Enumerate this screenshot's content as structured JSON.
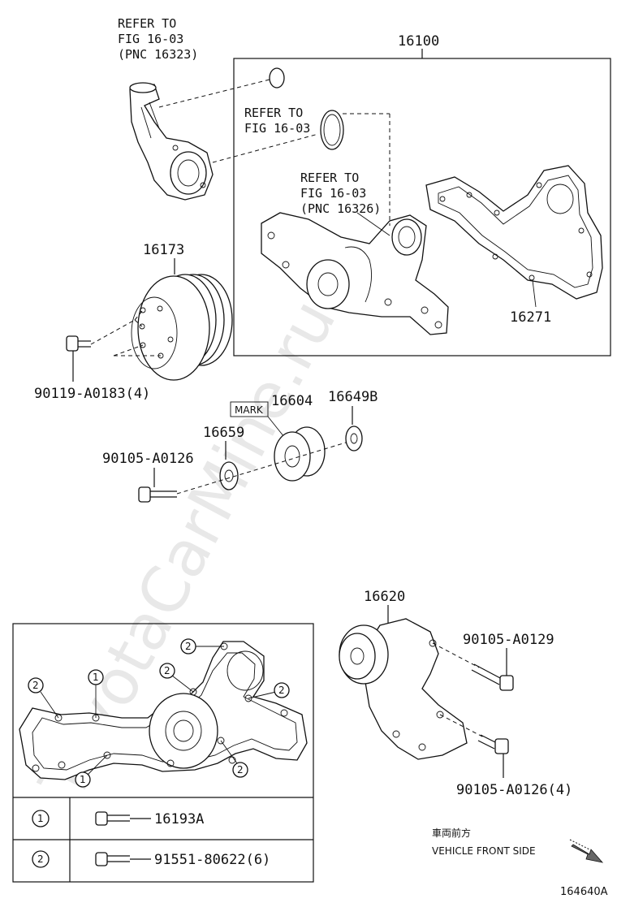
{
  "watermark": "ToyotaCarMine.ru",
  "refs": {
    "ref1": [
      "REFER TO",
      "FIG 16-03",
      "(PNC 16323)"
    ],
    "ref2": [
      "REFER TO",
      "FIG 16-03"
    ],
    "ref3": [
      "REFER TO",
      "FIG 16-03",
      "(PNC 16326)"
    ]
  },
  "parts": {
    "p16100": "16100",
    "p16173": "16173",
    "p16271": "16271",
    "p90119": "90119-A0183(4)",
    "mark": "MARK",
    "p16604": "16604",
    "p16649b": "16649B",
    "p16659": "16659",
    "p90105_0126": "90105-A0126",
    "p16620": "16620",
    "p90105_0129": "90105-A0129",
    "p90105_0126_4": "90105-A0126(4)"
  },
  "legend": {
    "items": [
      {
        "key": "1",
        "part": "16193A"
      },
      {
        "key": "2",
        "part": "91551-80622(6)"
      }
    ],
    "callouts": [
      "1",
      "2"
    ]
  },
  "direction": {
    "jp": "車両前方",
    "en": "VEHICLE FRONT SIDE"
  },
  "figure_id": "164640A"
}
